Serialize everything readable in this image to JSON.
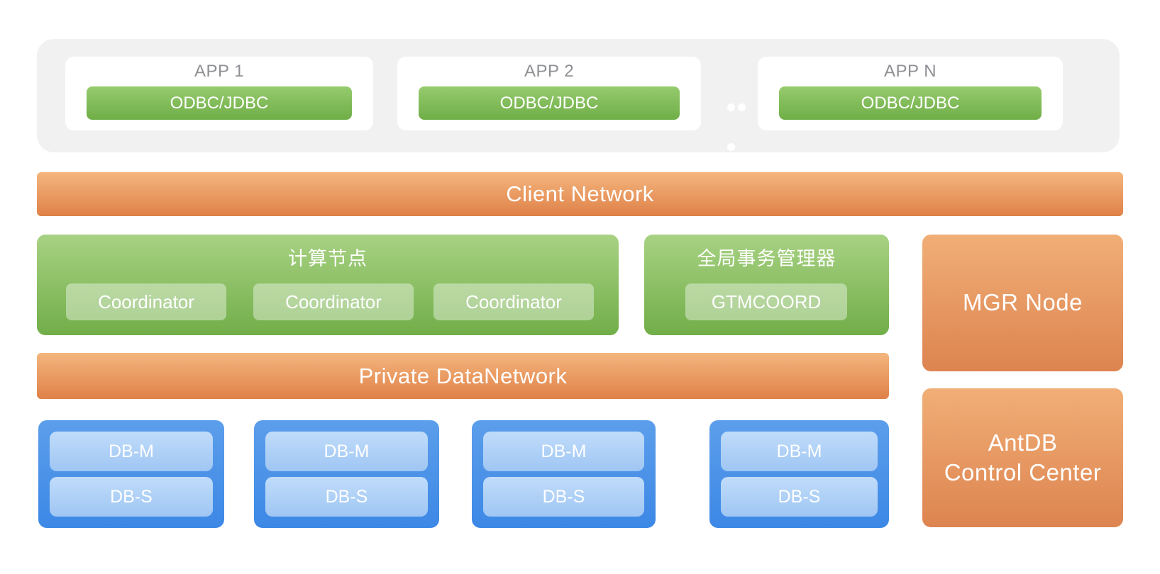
{
  "app_layer": {
    "apps": [
      {
        "label": "APP 1",
        "button": "ODBC/JDBC"
      },
      {
        "label": "APP 2",
        "button": "ODBC/JDBC"
      },
      {
        "label": "APP N",
        "button": "ODBC/JDBC"
      }
    ],
    "ellipsis_dot_count": 3
  },
  "client_network": {
    "label": "Client Network"
  },
  "compute_node": {
    "title": "计算节点",
    "coordinators": [
      "Coordinator",
      "Coordinator",
      "Coordinator"
    ]
  },
  "gtm": {
    "title": "全局事务管理器",
    "node": "GTMCOORD"
  },
  "mgr_node": {
    "label": "MGR Node"
  },
  "private_network": {
    "label": "Private DataNetwork"
  },
  "db_groups": [
    {
      "master": "DB-M",
      "standby": "DB-S"
    },
    {
      "master": "DB-M",
      "standby": "DB-S"
    },
    {
      "master": "DB-M",
      "standby": "DB-S"
    },
    {
      "master": "DB-M",
      "standby": "DB-S"
    }
  ],
  "control_center": {
    "line1": "AntDB",
    "line2": "Control Center"
  },
  "colors": {
    "orange_bar_top": "#f4b67e",
    "orange_bar_bottom": "#df8148",
    "orange_box_top": "#f1ae76",
    "orange_box_bottom": "#dd8450",
    "green_panel_top": "#a8d283",
    "green_panel_bottom": "#71ae49",
    "green_button_top": "#96cb6e",
    "green_button_bottom": "#6fae47",
    "blue_group_top": "#5c9eeb",
    "blue_group_bottom": "#3c88e6",
    "blue_node_top": "#c0dcfa",
    "blue_node_bottom": "#9fc6f3",
    "strip_gray": "#f1f1f2",
    "card_white": "#ffffff",
    "app_label_gray": "#8f9094",
    "text_white": "#ffffff"
  }
}
